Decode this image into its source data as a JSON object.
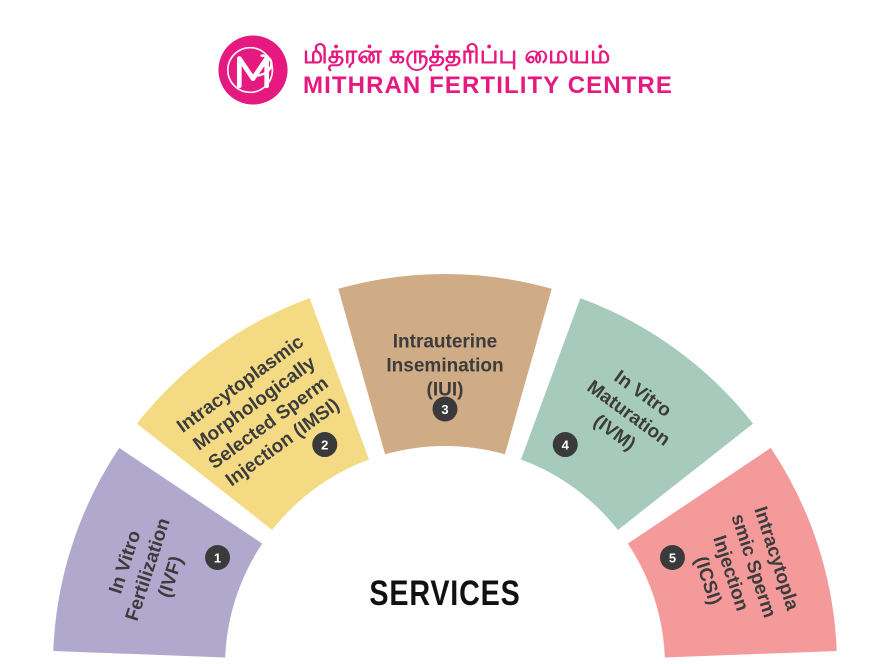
{
  "brand": {
    "logo_icon": "mithran-m-monogram-icon",
    "tamil_name": "மித்ரன் கருத்தரிப்பு மையம்",
    "english_name": "MITHRAN FERTILITY CENTRE",
    "brand_color": "#e5197f"
  },
  "center": {
    "title": "SERVICES"
  },
  "chart_data": {
    "type": "pie",
    "title": "SERVICES",
    "subtype": "semicircular-donut",
    "legend": "none",
    "segments": [
      {
        "number": "1",
        "color": "#b1a9cd",
        "lines": [
          "In Vitro",
          "Fertilization",
          "(IVF)"
        ],
        "full_label": "In Vitro Fertilization (IVF)"
      },
      {
        "number": "2",
        "color": "#f3da83",
        "lines": [
          "Intracytoplasmic",
          "Morphologically",
          "Selected Sperm",
          "Injection (IMSI)"
        ],
        "full_label": "Intracytoplasmic Morphologically Selected Sperm Injection (IMSI)"
      },
      {
        "number": "3",
        "color": "#cfab86",
        "lines": [
          "Intrauterine",
          "Insemination",
          "(IUI)"
        ],
        "full_label": "Intrauterine Insemination (IUI)"
      },
      {
        "number": "4",
        "color": "#a6cbbc",
        "lines": [
          "In Vitro",
          "Maturation",
          "(IVM)"
        ],
        "full_label": "In Vitro Maturation (IVM)"
      },
      {
        "number": "5",
        "color": "#f59a9a",
        "lines": [
          "Intracytopla",
          "smic Sperm",
          "Injection",
          "(ICSI)"
        ],
        "full_label": "Intracytoplasmic Sperm Injection (ICSI)"
      }
    ]
  }
}
